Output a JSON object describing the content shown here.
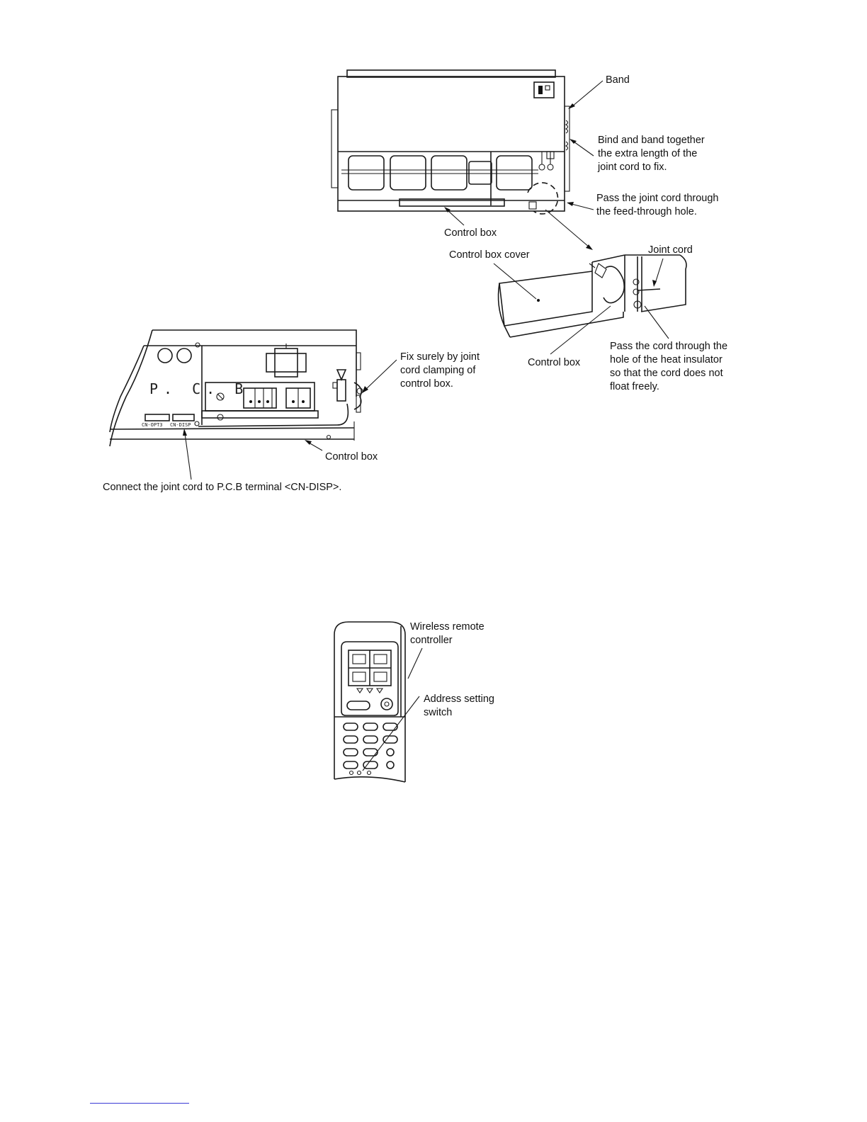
{
  "figure1": {
    "labels": {
      "band": "Band",
      "bind": "Bind and band together\nthe extra length of the\njoint cord to fix.",
      "pass_feed": "Pass the joint cord through\nthe feed-through hole.",
      "control_box_top": "Control box",
      "control_box_cover": "Control box cover",
      "joint_cord": "Joint cord",
      "control_box_detail": "Control box",
      "pass_insulator": "Pass the cord through the\nhole of the heat insulator\nso that the cord does not\nfloat freely."
    }
  },
  "figure2": {
    "pcb_label": "P. C. B",
    "connector_labels": [
      "CN-OPT3",
      "CN-DISP"
    ],
    "labels": {
      "fix_surely": "Fix surely by joint\ncord clamping of\ncontrol box.",
      "control_box": "Control box",
      "connect": "Connect the joint cord to P.C.B terminal <CN-DISP>."
    }
  },
  "figure3": {
    "labels": {
      "wireless": "Wireless remote\ncontroller",
      "address": "Address setting\nswitch"
    }
  },
  "colors": {
    "line": "#1a1a1a",
    "link": "#3b3bd6"
  }
}
